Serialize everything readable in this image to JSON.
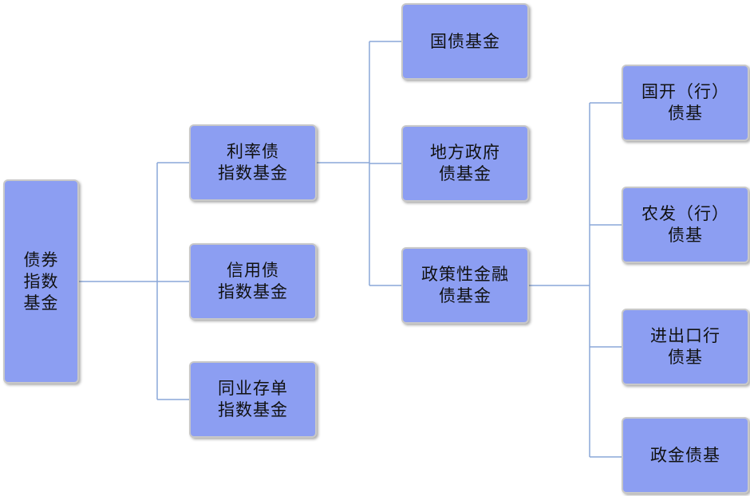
{
  "diagram": {
    "root": {
      "label": "债券\n指数\n基金"
    },
    "level1": [
      {
        "label": "利率债\n指数基金"
      },
      {
        "label": "信用债\n指数基金"
      },
      {
        "label": "同业存单\n指数基金"
      }
    ],
    "level2": [
      {
        "label": "国债基金"
      },
      {
        "label": "地方政府\n债基金"
      },
      {
        "label": "政策性金融\n债基金"
      }
    ],
    "level3": [
      {
        "label": "国开（行）\n债基"
      },
      {
        "label": "农发（行）\n债基"
      },
      {
        "label": "进出口行\n债基"
      },
      {
        "label": "政金债基"
      }
    ]
  },
  "colors": {
    "node_fill": "#8c9ef2",
    "node_border": "#c8c8c8",
    "connector": "#8aa7d8",
    "background": "#ffffff"
  }
}
